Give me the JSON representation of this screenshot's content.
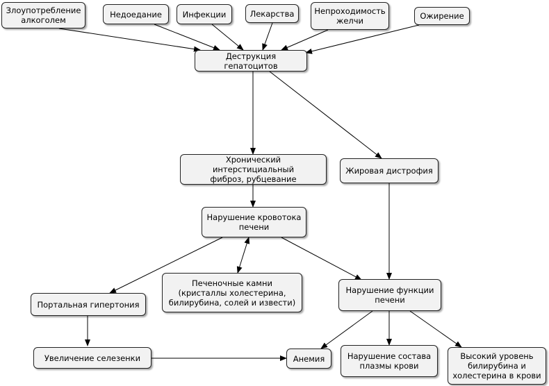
{
  "nodes": {
    "alcohol": "Злоупотребление\nалкоголем",
    "malnutrition": "Недоедание",
    "infections": "Инфекции",
    "drugs": "Лекарства",
    "bile_obstruction": "Непроходимость\nжелчи",
    "obesity": "Ожирение",
    "hepatocyte_destruction": "Деструкция гепатоцитов",
    "fibrosis": "Хронический интерстициальный\nфиброз, рубцевание",
    "fatty_degeneration": "Жировая дистрофия",
    "blood_flow_disorder": "Нарушение кровотока\nпечени",
    "portal_hypertension": "Портальная гипертония",
    "liver_stones": "Печеночные камни\n(кристаллы холестерина,\nбилирубина, солей и извести)",
    "liver_function_disorder": "Нарушение функции\nпечени",
    "splenomegaly": "Увеличение селезенки",
    "anemia": "Анемия",
    "plasma_composition": "Нарушение состава\nплазмы крови",
    "high_bilirubin": "Высокий уровень\nбилирубина и\nхолестерина в крови"
  }
}
